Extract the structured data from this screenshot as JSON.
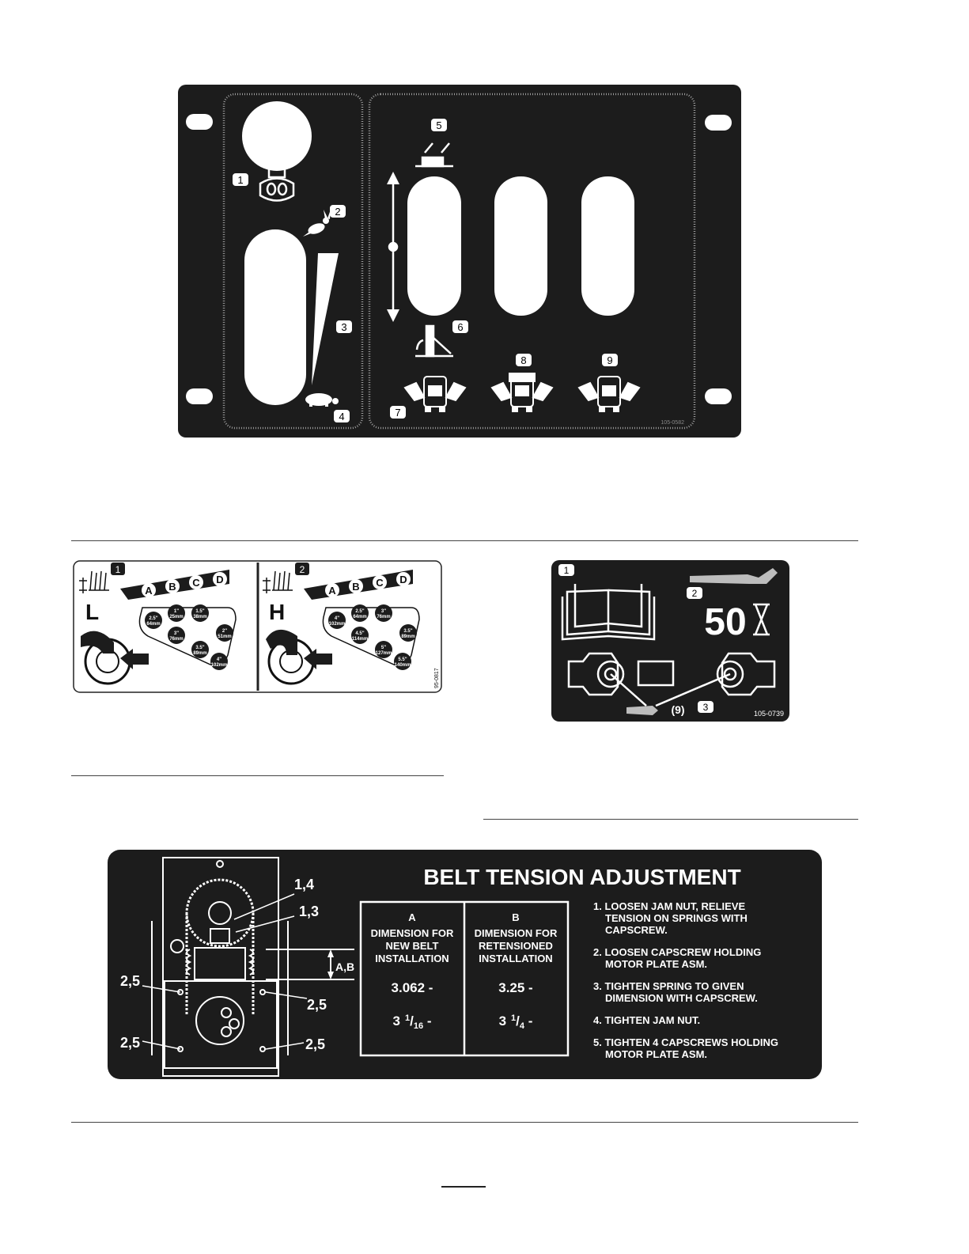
{
  "control_decal": {
    "callouts": [
      "1",
      "2",
      "3",
      "4",
      "5",
      "6",
      "7",
      "8",
      "9"
    ],
    "part_number": "105-0582"
  },
  "height_decal": {
    "panel_l": {
      "callout": "1",
      "letter": "L",
      "positions": [
        "A",
        "B",
        "C",
        "D"
      ],
      "settings": [
        {
          "in": "2.5\"",
          "mm": "64mm"
        },
        {
          "in": "1\"",
          "mm": "25mm"
        },
        {
          "in": "1.5\"",
          "mm": "38mm"
        },
        {
          "in": "3\"",
          "mm": "76mm"
        },
        {
          "in": "2\"",
          "mm": "51mm"
        },
        {
          "in": "3.5\"",
          "mm": "89mm"
        },
        {
          "in": "4\"",
          "mm": "102mm"
        }
      ]
    },
    "panel_h": {
      "callout": "2",
      "letter": "H",
      "positions": [
        "A",
        "B",
        "C",
        "D"
      ],
      "settings": [
        {
          "in": "4\"",
          "mm": "102mm"
        },
        {
          "in": "2.5\"",
          "mm": "64mm"
        },
        {
          "in": "3\"",
          "mm": "76mm"
        },
        {
          "in": "4.5\"",
          "mm": "114mm"
        },
        {
          "in": "3.5\"",
          "mm": "89mm"
        },
        {
          "in": "5\"",
          "mm": "127mm"
        },
        {
          "in": "5.5\"",
          "mm": "140mm"
        }
      ]
    },
    "part_number": "95-0817"
  },
  "grease_decal": {
    "callouts": [
      "1",
      "2",
      "3"
    ],
    "hours": "50",
    "points": "(9)",
    "part_number": "105-0739"
  },
  "belt_decal": {
    "title": "BELT TENSION ADJUSTMENT",
    "diagram_labels": {
      "top1": "1,4",
      "top2": "1,3",
      "dimension": "A,B",
      "left_upper": "2,5",
      "right_upper": "2,5",
      "left_lower": "2,5",
      "right_lower": "2,5"
    },
    "table": {
      "col_a": {
        "letter": "A",
        "header": [
          "DIMENSION FOR",
          "NEW BELT",
          "INSTALLATION"
        ],
        "value1": "3.062 -",
        "value2_whole": "3",
        "value2_num": "1",
        "value2_den": "16",
        "value2_suffix": " -"
      },
      "col_b": {
        "letter": "B",
        "header": [
          "DIMENSION FOR",
          "RETENSIONED",
          "INSTALLATION"
        ],
        "value1": "3.25 -",
        "value2_whole": "3",
        "value2_num": "1",
        "value2_den": "4",
        "value2_suffix": " -"
      }
    },
    "steps": [
      [
        "1. LOOSEN JAM NUT, RELIEVE",
        "TENSION ON SPRINGS WITH",
        "CAPSCREW."
      ],
      [
        "2. LOOSEN CAPSCREW HOLDING",
        "MOTOR PLATE ASM."
      ],
      [
        "3. TIGHTEN SPRING TO GIVEN",
        "DIMENSION WITH CAPSCREW."
      ],
      [
        "4. TIGHTEN JAM NUT."
      ],
      [
        "5. TIGHTEN 4 CAPSCREWS HOLDING",
        "MOTOR PLATE ASM."
      ]
    ]
  },
  "colors": {
    "decal_bg": "#1c1c1c",
    "decal_fg": "#ffffff",
    "page_bg": "#ffffff"
  }
}
